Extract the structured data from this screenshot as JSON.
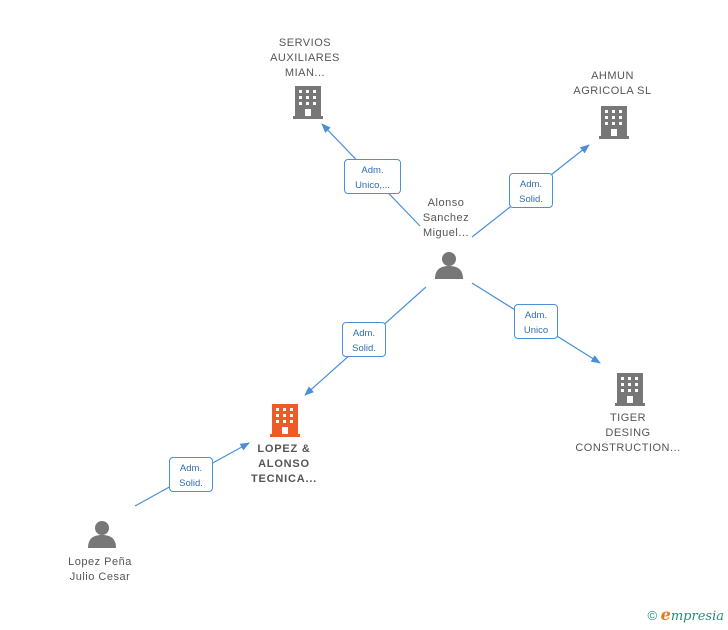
{
  "colors": {
    "edge": "#4a90d9",
    "building": "#777777",
    "building_main": "#f05a28",
    "person": "#777777"
  },
  "nodes": {
    "servios": {
      "icon": "building-icon",
      "lines": [
        "SERVIOS",
        "AUXILIARES",
        "MIAN..."
      ]
    },
    "ahmun": {
      "icon": "building-icon",
      "lines": [
        "AHMUN",
        "AGRICOLA  SL"
      ]
    },
    "alonso": {
      "icon": "person-icon",
      "lines": [
        "Alonso",
        "Sanchez",
        "Miguel..."
      ]
    },
    "tiger": {
      "icon": "building-icon",
      "lines": [
        "TIGER",
        "DESING",
        "CONSTRUCTION..."
      ]
    },
    "lopez_alonso": {
      "icon": "building-icon",
      "lines": [
        "LOPEZ &",
        "ALONSO",
        "TECNICA..."
      ]
    },
    "lopez_pena": {
      "icon": "person-icon",
      "lines": [
        "Lopez Peña",
        "Julio Cesar"
      ]
    }
  },
  "edges": {
    "alonso_servios": {
      "lines": [
        "Adm.",
        "Unico,..."
      ]
    },
    "alonso_ahmun": {
      "lines": [
        "Adm.",
        "Solid."
      ]
    },
    "alonso_lopez_alonso": {
      "lines": [
        "Adm.",
        "Solid."
      ]
    },
    "alonso_tiger": {
      "lines": [
        "Adm.",
        "Unico"
      ]
    },
    "lopez_pena_lopez_alonso": {
      "lines": [
        "Adm.",
        "Solid."
      ]
    }
  },
  "footer": {
    "copyright": "©",
    "brand_first": "e",
    "brand_rest": "mpresia"
  }
}
